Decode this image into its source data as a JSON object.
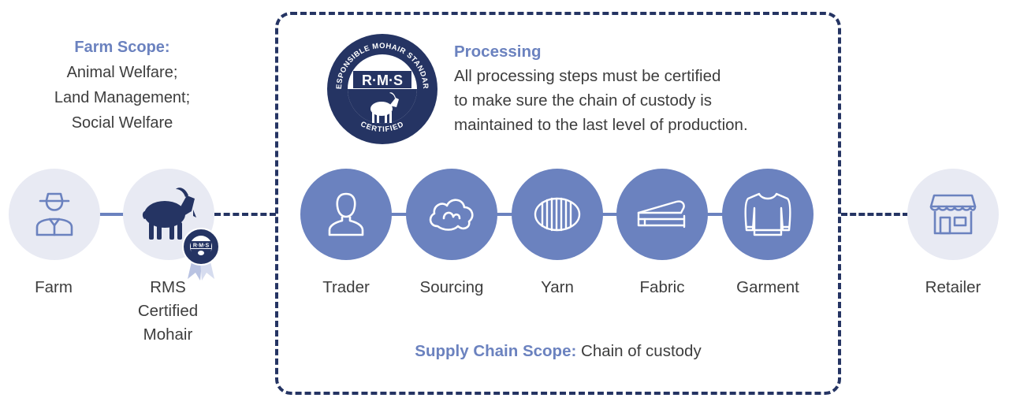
{
  "colors": {
    "navy": "#253463",
    "accent": "#6b82bf",
    "light_circle": "#e8eaf3",
    "text": "#3d3d3d"
  },
  "farm_scope": {
    "title": "Farm Scope:",
    "lines": [
      "Animal Welfare;",
      "Land Management;",
      "Social Welfare"
    ]
  },
  "processing": {
    "title": "Processing",
    "lines": [
      "All processing steps must be certified",
      "to make sure the chain of custody is",
      "maintained to the last level of production."
    ]
  },
  "logo": {
    "initials": "R·M·S",
    "arc_top": "RESPONSIBLE MOHAIR STANDARD",
    "arc_bottom": "CERTIFIED"
  },
  "badge": {
    "initials": "R·M·S"
  },
  "nodes": [
    {
      "label": "Farm",
      "icon": "farmer-icon"
    },
    {
      "label_lines": [
        "RMS",
        "Certified",
        "Mohair"
      ],
      "icon": "goat-icon"
    },
    {
      "label": "Trader",
      "icon": "person-icon"
    },
    {
      "label": "Sourcing",
      "icon": "cotton-cloud-icon"
    },
    {
      "label": "Yarn",
      "icon": "yarn-ball-icon"
    },
    {
      "label": "Fabric",
      "icon": "fabric-roll-icon"
    },
    {
      "label": "Garment",
      "icon": "sweater-icon"
    },
    {
      "label": "Retailer",
      "icon": "store-icon"
    }
  ],
  "supply_chain": {
    "title": "Supply Chain Scope:",
    "text": " Chain of custody"
  }
}
